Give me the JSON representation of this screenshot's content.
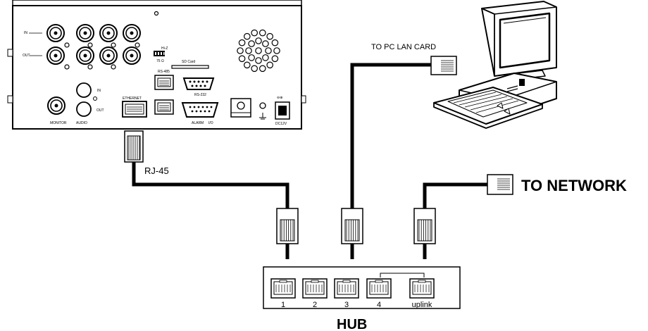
{
  "labels": {
    "to_pc": "TO PC LAN CARD",
    "to_network": "TO NETWORK",
    "cable": "RJ-45",
    "hub": "HUB"
  },
  "hub_ports": [
    "1",
    "2",
    "3",
    "4",
    "uplink"
  ],
  "dvr": {
    "in": "IN",
    "out": "OUT",
    "monitor": "MONITOR",
    "audio": "AUDIO",
    "audio_in": "IN",
    "audio_out": "OUT",
    "ethernet": "ETHERNET",
    "rs485": "RS-485",
    "rs232": "RS-232",
    "alarm": "ALARM",
    "io": "I/O",
    "sd_card": "SD Card",
    "dc": "DC12V",
    "switch_hi": "Hi-Z",
    "switch_75": "75 Ω"
  }
}
